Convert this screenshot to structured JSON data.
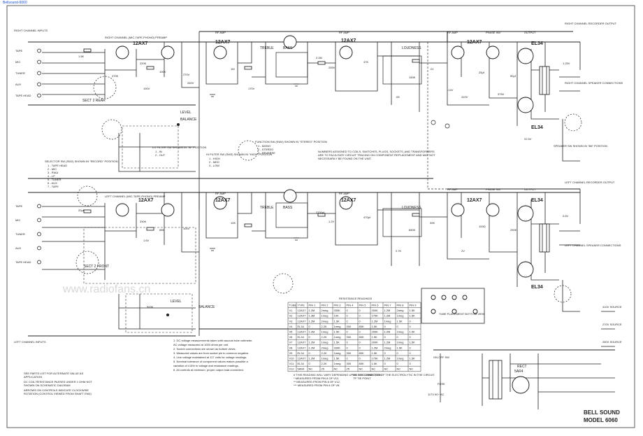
{
  "corner_id": "Bellsound-6060",
  "watermark": "www.radiofans.cn",
  "model": {
    "line1": "BELL SOUND",
    "line2": "MODEL 6060"
  },
  "tubes": {
    "preamp": "12AX7",
    "right_tone1": "12AX7",
    "right_tone2": "12AX7",
    "right_driver": "12AX7",
    "right_output": "EL34",
    "left_preamp": "12AX7",
    "left_tone1": "12AX7",
    "left_tone2": "12AX7",
    "left_driver": "12AX7",
    "left_output": "EL34"
  },
  "section_labels": {
    "right_preamp": "RIGHT CHANNEL (MIC-TAPE-PHONO) PREAMP",
    "left_preamp": "LEFT CHANNEL (MIC-TAPE-PHONO) PREAMP",
    "rf_amp": "RF AMP",
    "phase_inv": "PHASE INV",
    "output": "OUTPUT",
    "right_inputs": "RIGHT CHANNEL INPUTS",
    "left_inputs": "LEFT CHANNEL INPUTS",
    "right_rec_out": "RIGHT CHANNEL RECORDER OUTPUT",
    "left_rec_out": "LEFT CHANNEL RECORDER OUTPUT",
    "right_spk": "RIGHT CHANNEL SPEAKER CONNECTIONS",
    "left_spk": "LEFT CHANNEL SPEAKER CONNECTIONS",
    "speaker_switch": "SPEAKER SW SHOWN IN \"B8\" POSITION",
    "treble": "TREBLE",
    "bass": "BASS",
    "loudness": "LOUDNESS",
    "level": "LEVEL",
    "balance": "BALANCE",
    "sel_rear": "SECT 2 REAR",
    "sel_front": "SECT 2 FRONT",
    "tube_placement": "TUBE PLACEMENT BOTTOM VIEW"
  },
  "inputs_right": [
    "TAPE",
    "MIC",
    "TUNER",
    "AUX",
    "TAPE HEAD"
  ],
  "inputs_left": [
    "TAPE",
    "MIC",
    "TUNER",
    "AUX",
    "TAPE HEAD"
  ],
  "selector_legend": {
    "title": "SELECTOR SW (SW2) SHOWN IN \"RECORD\" POSITION",
    "items": [
      "1 - TAPE HEAD",
      "2 - MIC",
      "3 - RIAA",
      "4 - LP",
      "5 - TUNER",
      "6 - AUX",
      "7 - TAPE"
    ]
  },
  "function_legend": {
    "title": "FUNCTION SW (SW4) SHOWN IN \"STEREO\" POSITION",
    "items": [
      "1 - MONO",
      "2 - STEREO",
      "3 - REVERSE"
    ]
  },
  "filter_legend": {
    "title": "HI FILTER SW (SW3) SHOWN IN \"HIGH\" POSITION",
    "items": [
      "1 - HIGH",
      "2 - MED",
      "3 - LOW"
    ]
  },
  "lofilter_legend": {
    "title": "LO FILTER SW SHOWN IN \"IN\" POSITION",
    "items": [
      "1 - IN",
      "2 - OUT"
    ]
  },
  "note_parts": "NUMBERS ASSIGNED TO COILS, SWITCHES, PLUGS, SOCKETS, AND TRANSFORMERS ARE TO FACILITATE CIRCUIT TRACING ON COMPONENT REPLACEMENT AND MAY NOT NECESSARILY BE FOUND ON THE UNIT.",
  "resistance_table": {
    "title": "RESISTANCE READINGS",
    "headers": [
      "TUBE",
      "TYPE",
      "PIN 1",
      "PIN 2",
      "PIN 3",
      "PIN 4",
      "PIN 5",
      "PIN 6",
      "PIN 7",
      "PIN 8",
      "PIN 9"
    ],
    "rows": [
      [
        "V1",
        "12AX7",
        "1.2M",
        "2meg",
        "330K",
        "0",
        "0",
        "200K",
        "1.2M",
        "2meg",
        "1.5K"
      ],
      [
        "V2",
        "12AX7",
        "1.3M",
        "1meg",
        "10K",
        "0",
        "0",
        "175K",
        "1.2M",
        "1meg",
        "1.5K"
      ],
      [
        "V3",
        "12AX7",
        "1.2M",
        "2meg",
        "1.5K",
        "0",
        "0",
        "1.2M",
        "1meg",
        "1.5K",
        "0"
      ],
      [
        "V4",
        "EL34",
        "0",
        "2.2K",
        "1meg",
        "300",
        "80K",
        "1.5K",
        "0",
        "0",
        "0"
      ],
      [
        "V5",
        "12AX7",
        "1.2M",
        "1meg",
        "1.5K",
        "0",
        "0",
        "200K",
        "1.2M",
        "1meg",
        "1.5K"
      ],
      [
        "V6",
        "EL34",
        "0",
        "2.2K",
        "1meg",
        "300",
        "80K",
        "1.5K",
        "0",
        "0",
        "0"
      ],
      [
        "V7",
        "12AX7",
        "1.2M",
        "1meg",
        "1.5K",
        "0",
        "0",
        "200K",
        "1.2M",
        "1meg",
        "1.5K"
      ],
      [
        "V8",
        "12AX7",
        "1.2M",
        "2meg",
        "330K",
        "0",
        "0",
        "1.2M",
        "2meg",
        "1.5K",
        "0"
      ],
      [
        "V9",
        "EL34",
        "0",
        "2.2K",
        "1meg",
        "300",
        "80K",
        "1.5K",
        "0",
        "0",
        "0"
      ],
      [
        "V10",
        "12AX7",
        "1.2M",
        "1meg",
        "1.5K",
        "0",
        "0",
        "175K",
        "1.2M",
        "1meg",
        "1.5K"
      ],
      [
        "V11",
        "EL34",
        "0",
        "2.2K",
        "1meg",
        "300",
        "80K",
        "1.5K",
        "0",
        "0",
        "0"
      ],
      [
        "V12",
        "5AR4",
        "NC",
        "25",
        "NC",
        "25",
        "NC",
        "NC",
        "NC",
        "NC",
        "NC"
      ]
    ]
  },
  "table_notes": [
    "#   THIS READING WILL VARY DEPENDING UPON THE CONDITION OF THE ELECTROLYTIC IN THE CIRCUIT.",
    "*   MEASURED FROM PIN 8 OF V12.",
    "**  MEASURED FROM PIN 6 OF V12.",
    "*** MEASURED FROM PIN 8 OF V8.",
    "NC  NO CONNECTION",
    "TP  TIE POINT"
  ],
  "general_notes": [
    "1. DC voltage measurements taken with vacuum tube voltmeter.",
    "   AC voltage measured at 1000 ohms per volt.",
    "2. Socket connections are shown as bottom views.",
    "3. Measured values are from socket pin to common negative.",
    "4. Line voltage maintained at 117 volts for voltage readings.",
    "5. Nominal tolerance of component values makes possible a",
    "   variation of ±15% in voltage and resistance readings.",
    "6. All controls at minimum, proper output load connected."
  ],
  "legend_notes": [
    "SEE PARTS LIST FOR ALTERNATE VALUE AS APPLICATION",
    "DC COIL RESISTANCE PASSES UNDER 1 OHM NOT SHOWN ON SCHEMATIC DIAGRAM",
    "ARROWS ON CONTROLS INDICATE CLOCKWISE ROTATION (CONTROL VIEWED FROM SHAFT END)"
  ],
  "power_outputs": [
    "410V SOURCE",
    "270V SOURCE",
    "260V SOURCE"
  ],
  "rectifier": {
    "tube": "5AR4",
    "label": "RECT"
  },
  "power_labels": {
    "ac_line": "117V 60~ AC",
    "fuse": "FUSE",
    "switch": "ON-OFF SW"
  },
  "volts": [
    "270V",
    "260V",
    "190V",
    "170V",
    "255V",
    "410V",
    "375V",
    "1.25V",
    "22.5V",
    "-14V",
    "100V",
    "1.6V",
    "1.2V",
    "2V",
    "0.6V"
  ],
  "values": [
    "1.5K",
    "220K",
    "100K",
    "470K",
    "1M",
    "2.2M",
    "47K",
    "150K",
    ".05",
    ".01",
    "25μf",
    "50μf",
    "20μf",
    "330K",
    "68K",
    "10K",
    "2200pf",
    "470pf",
    "680K",
    "2.7K",
    "39K",
    "100Ω",
    "250K",
    "500K"
  ]
}
